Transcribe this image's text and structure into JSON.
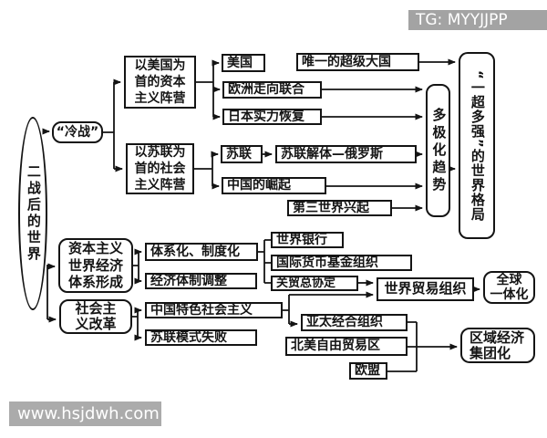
{
  "badges": {
    "tg": "TG: MYYJJPP",
    "watermark": "www.hsjdwh.com"
  },
  "colors": {
    "ink": "#141414",
    "background": "#ffffff",
    "badge_bg": "#a3a3a3",
    "badge_text": "#ffffff"
  },
  "nodes": {
    "root": "二战后的世界",
    "cold_war": "“冷战”",
    "us_camp": "以美国为\n首的资本\n主义阵营",
    "ussr_camp": "以苏联为\n首的社会\n主义阵营",
    "usa": "美国",
    "superpower": "唯一的超级大国",
    "europe": "欧洲走向联合",
    "japan": "日本实力恢复",
    "ussr": "苏联",
    "ussr_collapse": "苏联解体—俄罗斯",
    "china_rise": "中国的崛起",
    "third_world": "第三世界兴起",
    "multipolar": "多极化趋势",
    "world_pattern": "“一超多强”的世界格局",
    "cap_econ": "资本主义\n世界经济\n体系形成",
    "systemization": "体系化、制度化",
    "econ_adjust": "经济体制调整",
    "world_bank": "世界银行",
    "imf": "国际货币基金组织",
    "gatt": "关贸总协定",
    "wto": "世界贸易组织",
    "globalization": "全球\n一体化",
    "social_reform": "社会主\n义改革",
    "china_socialism": "中国特色社会主义",
    "soviet_failure": "苏联模式失败",
    "apec": "亚太经合组织",
    "nafta": "北美自由贸易区",
    "eu": "欧盟",
    "regional_bloc": "区域经济\n集团化"
  },
  "edges": [
    [
      "root",
      "cold_war"
    ],
    [
      "cold_war",
      "us_camp"
    ],
    [
      "cold_war",
      "ussr_camp"
    ],
    [
      "us_camp",
      "usa"
    ],
    [
      "us_camp",
      "europe"
    ],
    [
      "us_camp",
      "japan"
    ],
    [
      "superpower",
      "world_pattern"
    ],
    [
      "europe",
      "multipolar"
    ],
    [
      "japan",
      "multipolar"
    ],
    [
      "ussr_camp",
      "ussr"
    ],
    [
      "ussr_camp",
      "china_rise"
    ],
    [
      "ussr",
      "ussr_collapse"
    ],
    [
      "ussr_collapse",
      "multipolar"
    ],
    [
      "china_rise",
      "multipolar"
    ],
    [
      "third_world",
      "multipolar"
    ],
    [
      "multipolar",
      "world_pattern"
    ],
    [
      "root",
      "cap_econ"
    ],
    [
      "root",
      "social_reform"
    ],
    [
      "cap_econ",
      "systemization"
    ],
    [
      "cap_econ",
      "econ_adjust"
    ],
    [
      "systemization",
      "world_bank"
    ],
    [
      "systemization",
      "imf"
    ],
    [
      "systemization",
      "gatt"
    ],
    [
      "gatt",
      "wto"
    ],
    [
      "china_socialism",
      "wto"
    ],
    [
      "wto",
      "globalization"
    ],
    [
      "social_reform",
      "china_socialism"
    ],
    [
      "social_reform",
      "soviet_failure"
    ],
    [
      "china_socialism",
      "apec"
    ],
    [
      "apec",
      "regional_bloc"
    ],
    [
      "nafta",
      "regional_bloc"
    ],
    [
      "eu",
      "regional_bloc"
    ]
  ]
}
